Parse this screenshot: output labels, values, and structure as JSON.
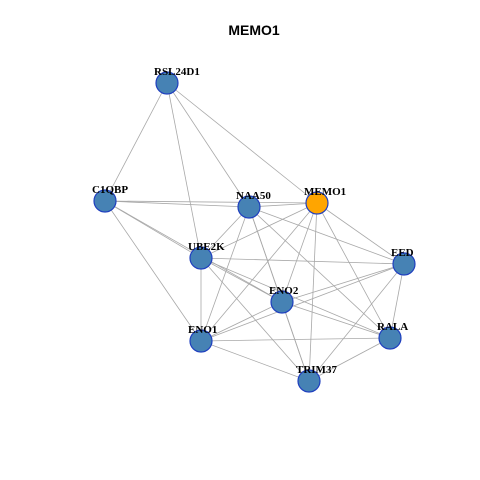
{
  "graph": {
    "title": "MEMO1",
    "colors": {
      "default_node": "#4682b4",
      "focus_node": "#ffa500",
      "node_border": "#1f3fbf",
      "edge": "#a8a8a8"
    },
    "nodes": [
      {
        "id": "RSL24D1",
        "label": "RSL24D1",
        "focus": false
      },
      {
        "id": "C1QBP",
        "label": "C1QBP",
        "focus": false
      },
      {
        "id": "NAA50",
        "label": "NAA50",
        "focus": false
      },
      {
        "id": "MEMO1",
        "label": "MEMO1",
        "focus": true
      },
      {
        "id": "UBE2K",
        "label": "UBE2K",
        "focus": false
      },
      {
        "id": "EED",
        "label": "EED",
        "focus": false
      },
      {
        "id": "ENO2",
        "label": "ENO2",
        "focus": false
      },
      {
        "id": "ENO1",
        "label": "ENO1",
        "focus": false
      },
      {
        "id": "RALA",
        "label": "RALA",
        "focus": false
      },
      {
        "id": "TRIM37",
        "label": "TRIM37",
        "focus": false
      }
    ],
    "edges": [
      [
        "RSL24D1",
        "C1QBP"
      ],
      [
        "RSL24D1",
        "NAA50"
      ],
      [
        "RSL24D1",
        "MEMO1"
      ],
      [
        "RSL24D1",
        "UBE2K"
      ],
      [
        "C1QBP",
        "NAA50"
      ],
      [
        "C1QBP",
        "MEMO1"
      ],
      [
        "C1QBP",
        "UBE2K"
      ],
      [
        "C1QBP",
        "ENO2"
      ],
      [
        "C1QBP",
        "ENO1"
      ],
      [
        "NAA50",
        "MEMO1"
      ],
      [
        "NAA50",
        "UBE2K"
      ],
      [
        "NAA50",
        "ENO2"
      ],
      [
        "NAA50",
        "ENO1"
      ],
      [
        "NAA50",
        "EED"
      ],
      [
        "NAA50",
        "RALA"
      ],
      [
        "NAA50",
        "TRIM37"
      ],
      [
        "MEMO1",
        "UBE2K"
      ],
      [
        "MEMO1",
        "ENO2"
      ],
      [
        "MEMO1",
        "ENO1"
      ],
      [
        "MEMO1",
        "EED"
      ],
      [
        "MEMO1",
        "RALA"
      ],
      [
        "MEMO1",
        "TRIM37"
      ],
      [
        "UBE2K",
        "ENO2"
      ],
      [
        "UBE2K",
        "ENO1"
      ],
      [
        "UBE2K",
        "EED"
      ],
      [
        "UBE2K",
        "RALA"
      ],
      [
        "UBE2K",
        "TRIM37"
      ],
      [
        "EED",
        "ENO2"
      ],
      [
        "EED",
        "ENO1"
      ],
      [
        "EED",
        "RALA"
      ],
      [
        "EED",
        "TRIM37"
      ],
      [
        "ENO2",
        "ENO1"
      ],
      [
        "ENO2",
        "RALA"
      ],
      [
        "ENO2",
        "TRIM37"
      ],
      [
        "ENO1",
        "RALA"
      ],
      [
        "ENO1",
        "TRIM37"
      ],
      [
        "RALA",
        "TRIM37"
      ]
    ]
  }
}
